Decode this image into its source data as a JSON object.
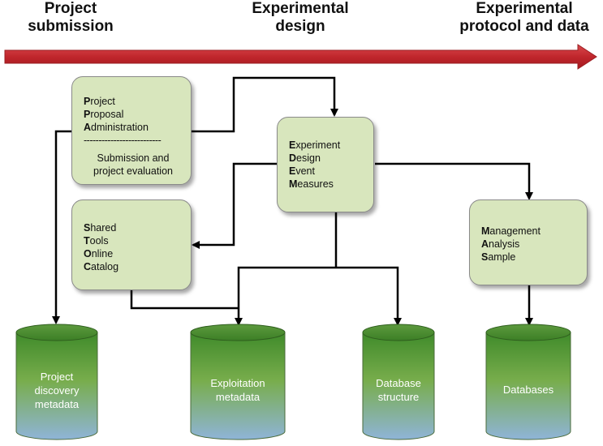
{
  "phases": [
    {
      "line1": "Project",
      "line2": "submission"
    },
    {
      "line1": "Experimental",
      "line2": "design"
    },
    {
      "line1": "Experimental",
      "line2": "protocol and data"
    }
  ],
  "nodes": {
    "ppa": {
      "lines": [
        {
          "first": "P",
          "rest": "roject"
        },
        {
          "first": "P",
          "rest": "roposal"
        },
        {
          "first": "A",
          "rest": "dministration"
        }
      ],
      "separator": "--------------------------",
      "sub_line1": "Submission and",
      "sub_line2": "project evaluation"
    },
    "edem": {
      "lines": [
        {
          "first": "E",
          "rest": "xperiment"
        },
        {
          "first": "D",
          "rest": "esign"
        },
        {
          "first": "E",
          "rest": "vent"
        },
        {
          "first": "M",
          "rest": "easures"
        }
      ]
    },
    "stoc": {
      "lines": [
        {
          "first": "S",
          "rest": "hared"
        },
        {
          "first": "T",
          "rest": "ools"
        },
        {
          "first": "O",
          "rest": "nline"
        },
        {
          "first": "C",
          "rest": "atalog"
        }
      ]
    },
    "mas": {
      "lines": [
        {
          "first": "M",
          "rest": "anagement"
        },
        {
          "first": "A",
          "rest": "nalysis"
        },
        {
          "first": "S",
          "rest": "ample"
        }
      ]
    }
  },
  "databases": [
    {
      "line1": "Project",
      "line2": "discovery",
      "line3": "metadata"
    },
    {
      "line1": "Exploitation",
      "line2": "metadata",
      "line3": ""
    },
    {
      "line1": "Database",
      "line2": "structure",
      "line3": ""
    },
    {
      "line1": "Databases",
      "line2": "",
      "line3": ""
    }
  ],
  "colors": {
    "timeline_arrow": "#c0262c",
    "node_fill": "#d8e6bd",
    "cylinder_top": "#3f8a2a",
    "cylinder_bottom": "#8fb4d8"
  }
}
